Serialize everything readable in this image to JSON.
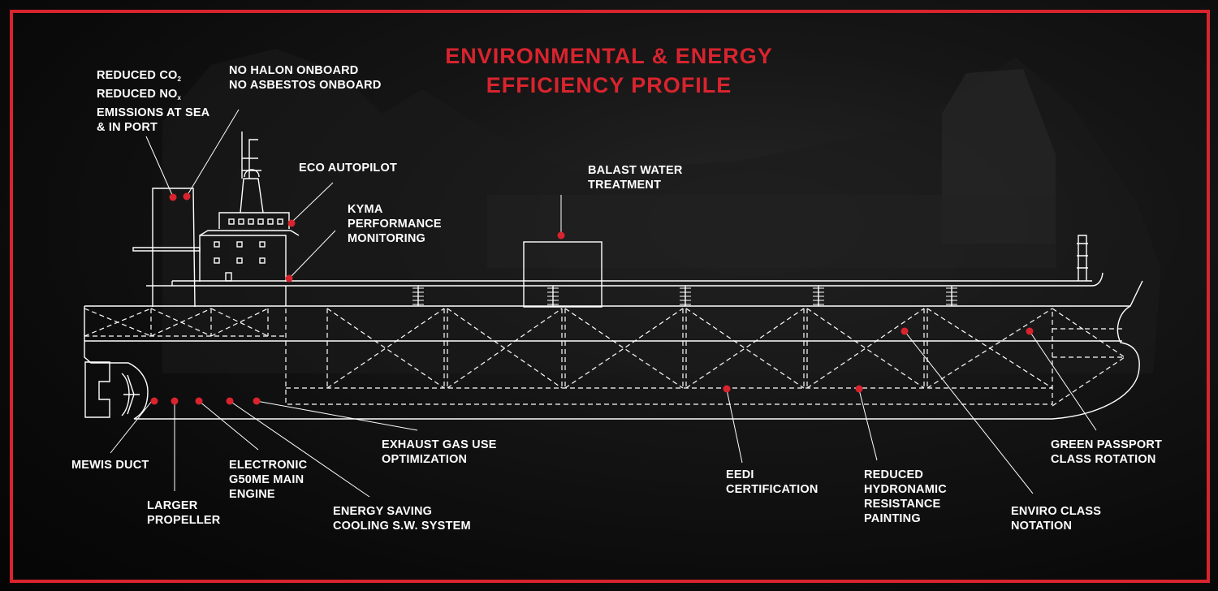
{
  "title": {
    "line1": "ENVIRONMENTAL & ENERGY",
    "line2": "EFFICIENCY PROFILE"
  },
  "labels": {
    "emissions": {
      "line1_main": "REDUCED CO",
      "line1_sub": "2",
      "line2_main": "REDUCED NO",
      "line2_sub": "x",
      "line3": "EMISSIONS AT SEA",
      "line4": "& IN PORT"
    },
    "halon": {
      "line1": "NO HALON ONBOARD",
      "line2": "NO ASBESTOS ONBOARD"
    },
    "eco_autopilot": {
      "line1": "ECO AUTOPILOT"
    },
    "kyma": {
      "line1": "KYMA",
      "line2": "PERFORMANCE",
      "line3": "MONITORING"
    },
    "ballast": {
      "line1": "BALAST WATER",
      "line2": "TREATMENT"
    },
    "mewis": {
      "line1": "MEWIS DUCT"
    },
    "propeller": {
      "line1": "LARGER",
      "line2": "PROPELLER"
    },
    "engine": {
      "line1": "ELECTRONIC",
      "line2": "G50ME MAIN",
      "line3": "ENGINE"
    },
    "cooling": {
      "line1": "ENERGY SAVING",
      "line2": "COOLING S.W. SYSTEM"
    },
    "exhaust": {
      "line1": "EXHAUST GAS USE",
      "line2": "OPTIMIZATION"
    },
    "eedi": {
      "line1": "EEDI",
      "line2": "CERTIFICATION"
    },
    "hydro": {
      "line1": "REDUCED",
      "line2": "HYDRONAMIC",
      "line3": "RESISTANCE",
      "line4": "PAINTING"
    },
    "enviro": {
      "line1": "ENVIRO CLASS",
      "line2": "NOTATION"
    },
    "green": {
      "line1": "GREEN PASSPORT",
      "line2": "CLASS ROTATION"
    }
  },
  "colors": {
    "accent": "#d8242e",
    "line": "#ffffff",
    "background": "#0b0b0b"
  }
}
